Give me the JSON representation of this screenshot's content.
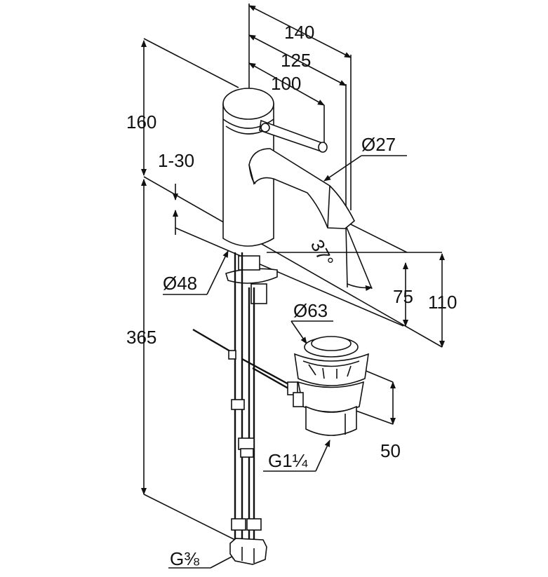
{
  "dimensions": {
    "d140": "140",
    "d125": "125",
    "d100": "100",
    "d160": "160",
    "d1_30": "1-30",
    "d27": "Ø27",
    "d37": "37°",
    "d48": "Ø48",
    "d75": "75",
    "d110": "110",
    "d63": "Ø63",
    "d365": "365",
    "d50": "50",
    "g114": "G1¼",
    "g38": "G⅜"
  }
}
